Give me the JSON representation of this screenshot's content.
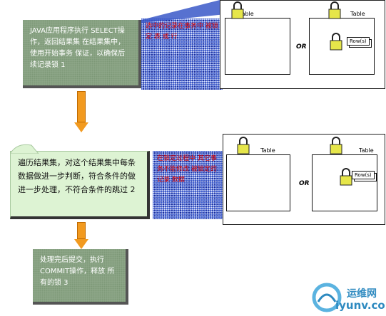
{
  "steps": [
    {
      "text": "JAVA应用程序执行 SELECT操作，返回结果集 在结果集中，使用开始事务 保证，以确保后续记录锁 1"
    },
    {
      "text": "遍历结果集，对这个结果集中每条数据做进一步判断，符合条件的做进一步处理，不符合条件的跳过 2"
    },
    {
      "text": "处理完后提交，执行 COMMIT操作，释放 所有的锁 3"
    }
  ],
  "callouts": [
    {
      "text": "选中的记录在事务中 被锁定 表 或 行"
    },
    {
      "text": "在锁定过程中 其它事务不能修改 被锁定的记录 数据"
    }
  ],
  "diagram": {
    "table_label": "Table",
    "rows_label": "Row(s)",
    "or_label": "OR"
  },
  "watermark": {
    "brand": "运维网",
    "site": "iyunv.com"
  },
  "colors": {
    "arrow": "#f29a1f",
    "lock": "#e6e64a",
    "callout_text": "#d40000"
  }
}
